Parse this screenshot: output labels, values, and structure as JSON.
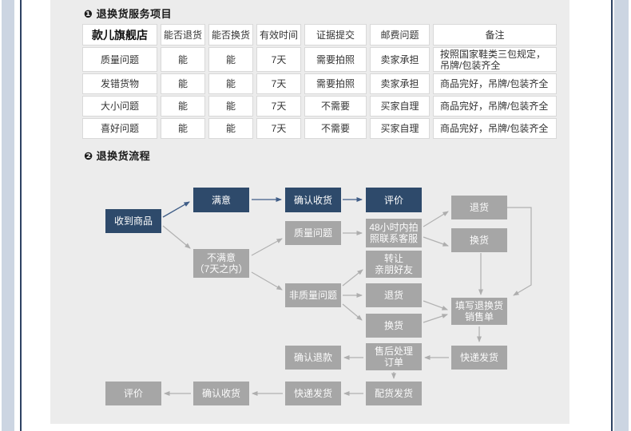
{
  "sections": {
    "service_title": "❶ 退换货服务项目",
    "process_title": "❷ 退换货流程"
  },
  "table": {
    "headers": [
      "款儿旗舰店",
      "能否退货",
      "能否换货",
      "有效时间",
      "证据提交",
      "邮费问题",
      "备注"
    ],
    "rows": [
      [
        "质量问题",
        "能",
        "能",
        "7天",
        "需要拍照",
        "卖家承担",
        "按照国家鞋类三包规定，\n吊牌/包装齐全"
      ],
      [
        "发错货物",
        "能",
        "能",
        "7天",
        "需要拍照",
        "卖家承担",
        "商品完好，吊牌/包装齐全"
      ],
      [
        "大小问题",
        "能",
        "能",
        "7天",
        "不需要",
        "买家自理",
        "商品完好，吊牌/包装齐全"
      ],
      [
        "喜好问题",
        "能",
        "能",
        "7天",
        "不需要",
        "买家自理",
        "商品完好，吊牌/包装齐全"
      ]
    ]
  },
  "flow": {
    "nodes": [
      {
        "label": "收到商品",
        "type": "navy"
      },
      {
        "label": "满意",
        "type": "navy"
      },
      {
        "label": "确认收货",
        "type": "navy"
      },
      {
        "label": "评价",
        "type": "navy"
      },
      {
        "label": "质量问题",
        "type": "gray"
      },
      {
        "label": "48小时内拍\n照联系客服",
        "type": "gray"
      },
      {
        "label": "退货",
        "type": "gray"
      },
      {
        "label": "换货",
        "type": "gray"
      },
      {
        "label": "不满意\n（7天之内）",
        "type": "gray"
      },
      {
        "label": "转让\n亲朋好友",
        "type": "gray"
      },
      {
        "label": "非质量问题",
        "type": "gray"
      },
      {
        "label": "退货",
        "type": "gray"
      },
      {
        "label": "换货",
        "type": "gray"
      },
      {
        "label": "填写退换货\n销售单",
        "type": "gray"
      },
      {
        "label": "快递发货",
        "type": "gray"
      },
      {
        "label": "售后处理\n订单",
        "type": "gray"
      },
      {
        "label": "确认退款",
        "type": "gray"
      },
      {
        "label": "配货发货",
        "type": "gray"
      },
      {
        "label": "快递发货",
        "type": "gray"
      },
      {
        "label": "确认收货",
        "type": "gray"
      },
      {
        "label": "评价",
        "type": "gray"
      }
    ]
  },
  "colors": {
    "navy_box": "#2e4a6b",
    "gray_box": "#a6a6a6",
    "panel_bg": "#ececec",
    "edge_bar": "#ccd5e2",
    "edge_line": "#2d4263",
    "arrow_gray": "#b1b1b1",
    "arrow_navy": "#3f5d87"
  }
}
